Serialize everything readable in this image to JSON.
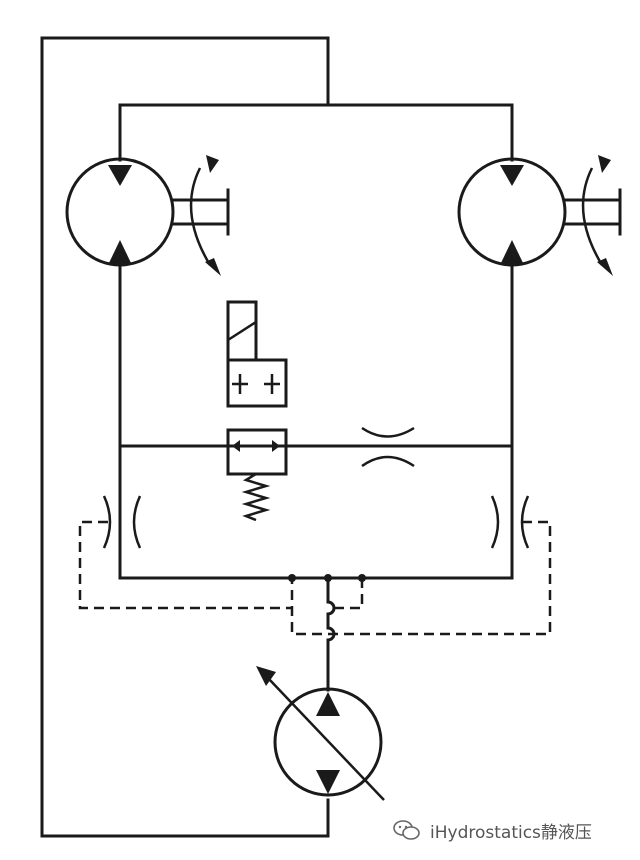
{
  "diagram": {
    "components": [
      {
        "id": "left-motor",
        "symbol": "hydraulic motor, bidirectional"
      },
      {
        "id": "right-motor",
        "symbol": "hydraulic motor, bidirectional"
      },
      {
        "id": "solenoid-valve",
        "symbol": "2/2 solenoid valve, spring return"
      },
      {
        "id": "center-orifice",
        "symbol": "fixed orifice"
      },
      {
        "id": "left-orifice",
        "symbol": "fixed orifice"
      },
      {
        "id": "right-orifice",
        "symbol": "fixed orifice"
      },
      {
        "id": "pump",
        "symbol": "variable displacement pump"
      }
    ],
    "line_styles": [
      "solid working line",
      "dashed pilot line"
    ]
  },
  "watermark": {
    "text": "iHydrostatics静液压",
    "icon": "wechat-icon",
    "color": "#555555"
  },
  "colors": {
    "line": "#1a1a1a",
    "background": "#ffffff"
  }
}
